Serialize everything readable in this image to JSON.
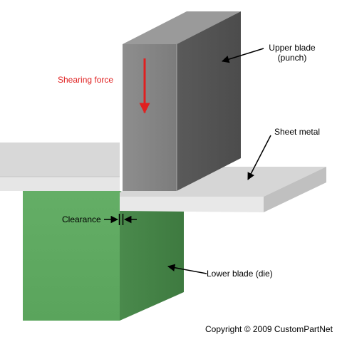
{
  "labels": {
    "shearing_force": "Shearing force",
    "upper_blade_line1": "Upper blade",
    "upper_blade_line2": "(punch)",
    "sheet_metal": "Sheet metal",
    "clearance": "Clearance",
    "lower_blade": "Lower blade (die)",
    "copyright": "Copyright © 2009 CustomPartNet"
  },
  "colors": {
    "force_arrow": "#e02020",
    "punch": "#7a7a7a",
    "sheet": "#d9d9d9",
    "die": "#5faa62"
  }
}
